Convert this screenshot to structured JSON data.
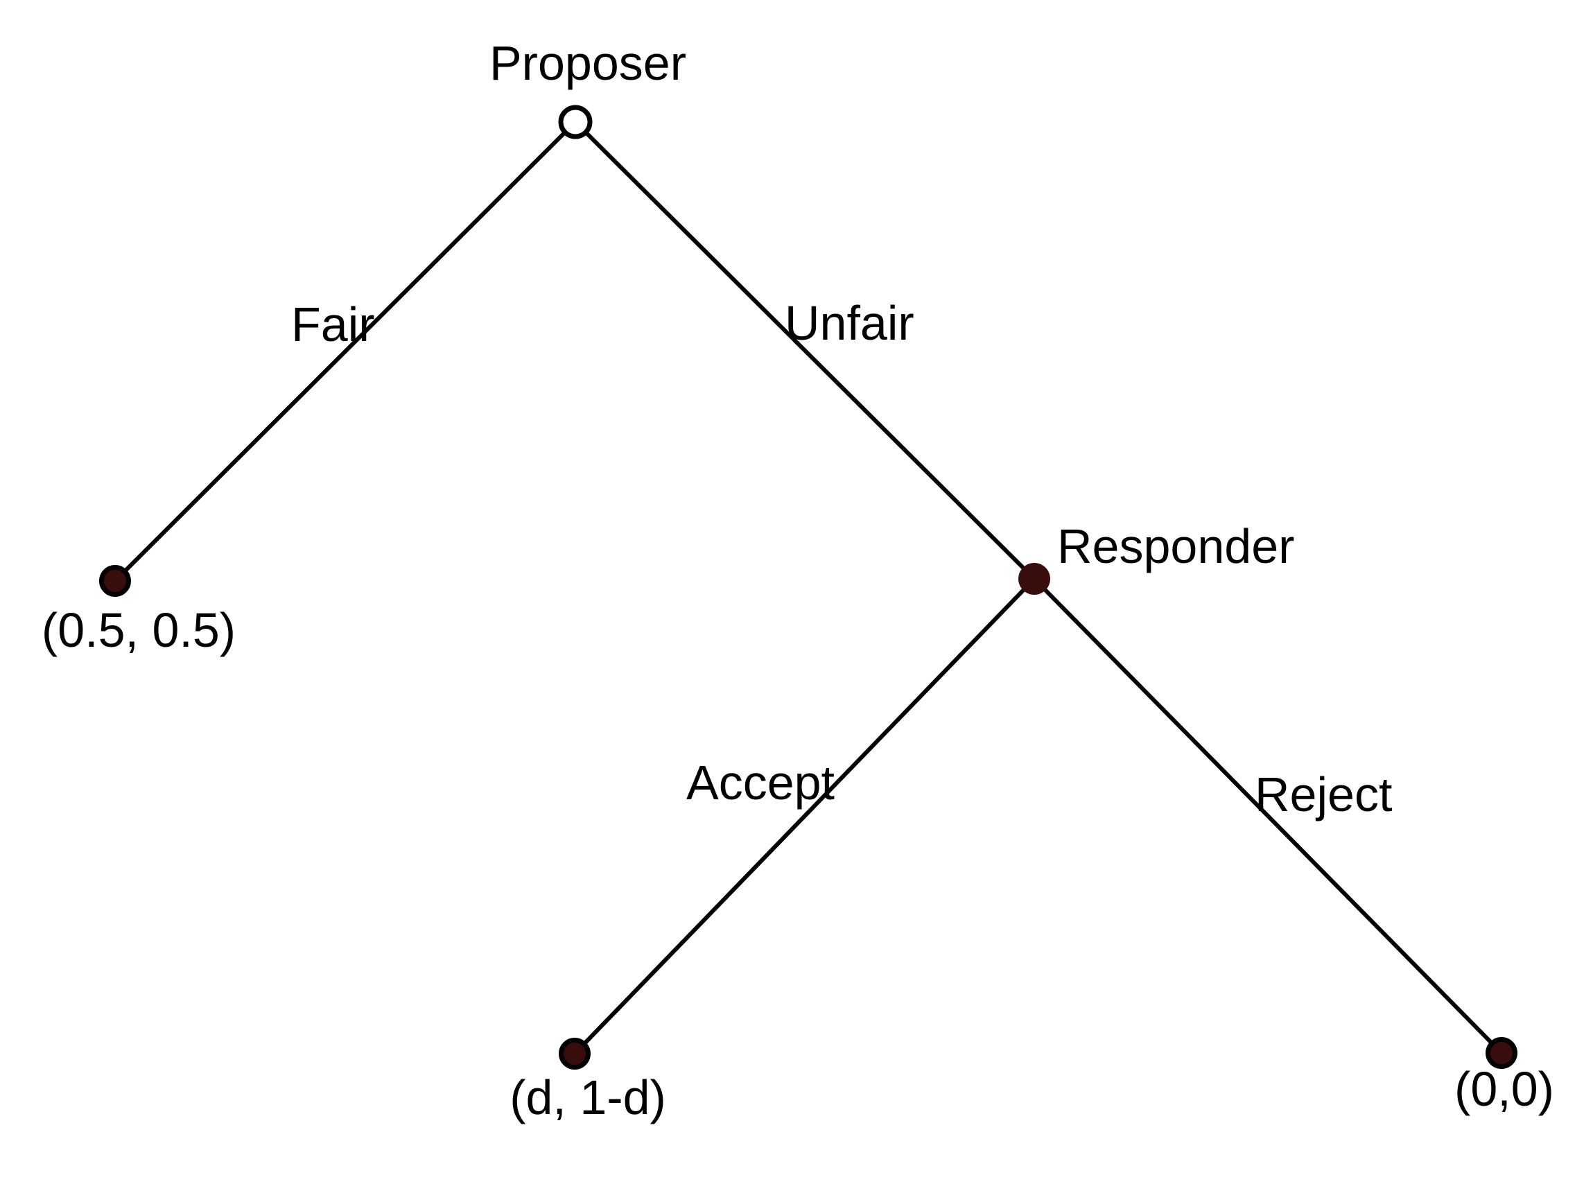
{
  "diagram": {
    "kind": "extensive-form-game-tree",
    "background_color": "#ffffff",
    "colors": {
      "edge": "#000000",
      "text": "#000000",
      "filled_node_fill": "#3a0d0d",
      "node_outline": "#000000",
      "open_node_fill": "#ffffff"
    },
    "nodes": {
      "proposer": {
        "label": "Proposer",
        "type": "open-circle-decision-node"
      },
      "responder": {
        "label": "Responder",
        "type": "filled-circle-decision-node"
      },
      "outcome_fair": {
        "payoff": "(0.5, 0.5)",
        "type": "filled-circle-terminal-node"
      },
      "outcome_accept": {
        "payoff": "(d, 1-d)",
        "type": "filled-circle-terminal-node"
      },
      "outcome_reject": {
        "payoff": "(0,0)",
        "type": "filled-circle-terminal-node"
      }
    },
    "edges": {
      "fair": {
        "label": "Fair",
        "from": "proposer",
        "to": "outcome_fair"
      },
      "unfair": {
        "label": "Unfair",
        "from": "proposer",
        "to": "responder"
      },
      "accept": {
        "label": "Accept",
        "from": "responder",
        "to": "outcome_accept"
      },
      "reject": {
        "label": "Reject",
        "from": "responder",
        "to": "outcome_reject"
      }
    }
  }
}
